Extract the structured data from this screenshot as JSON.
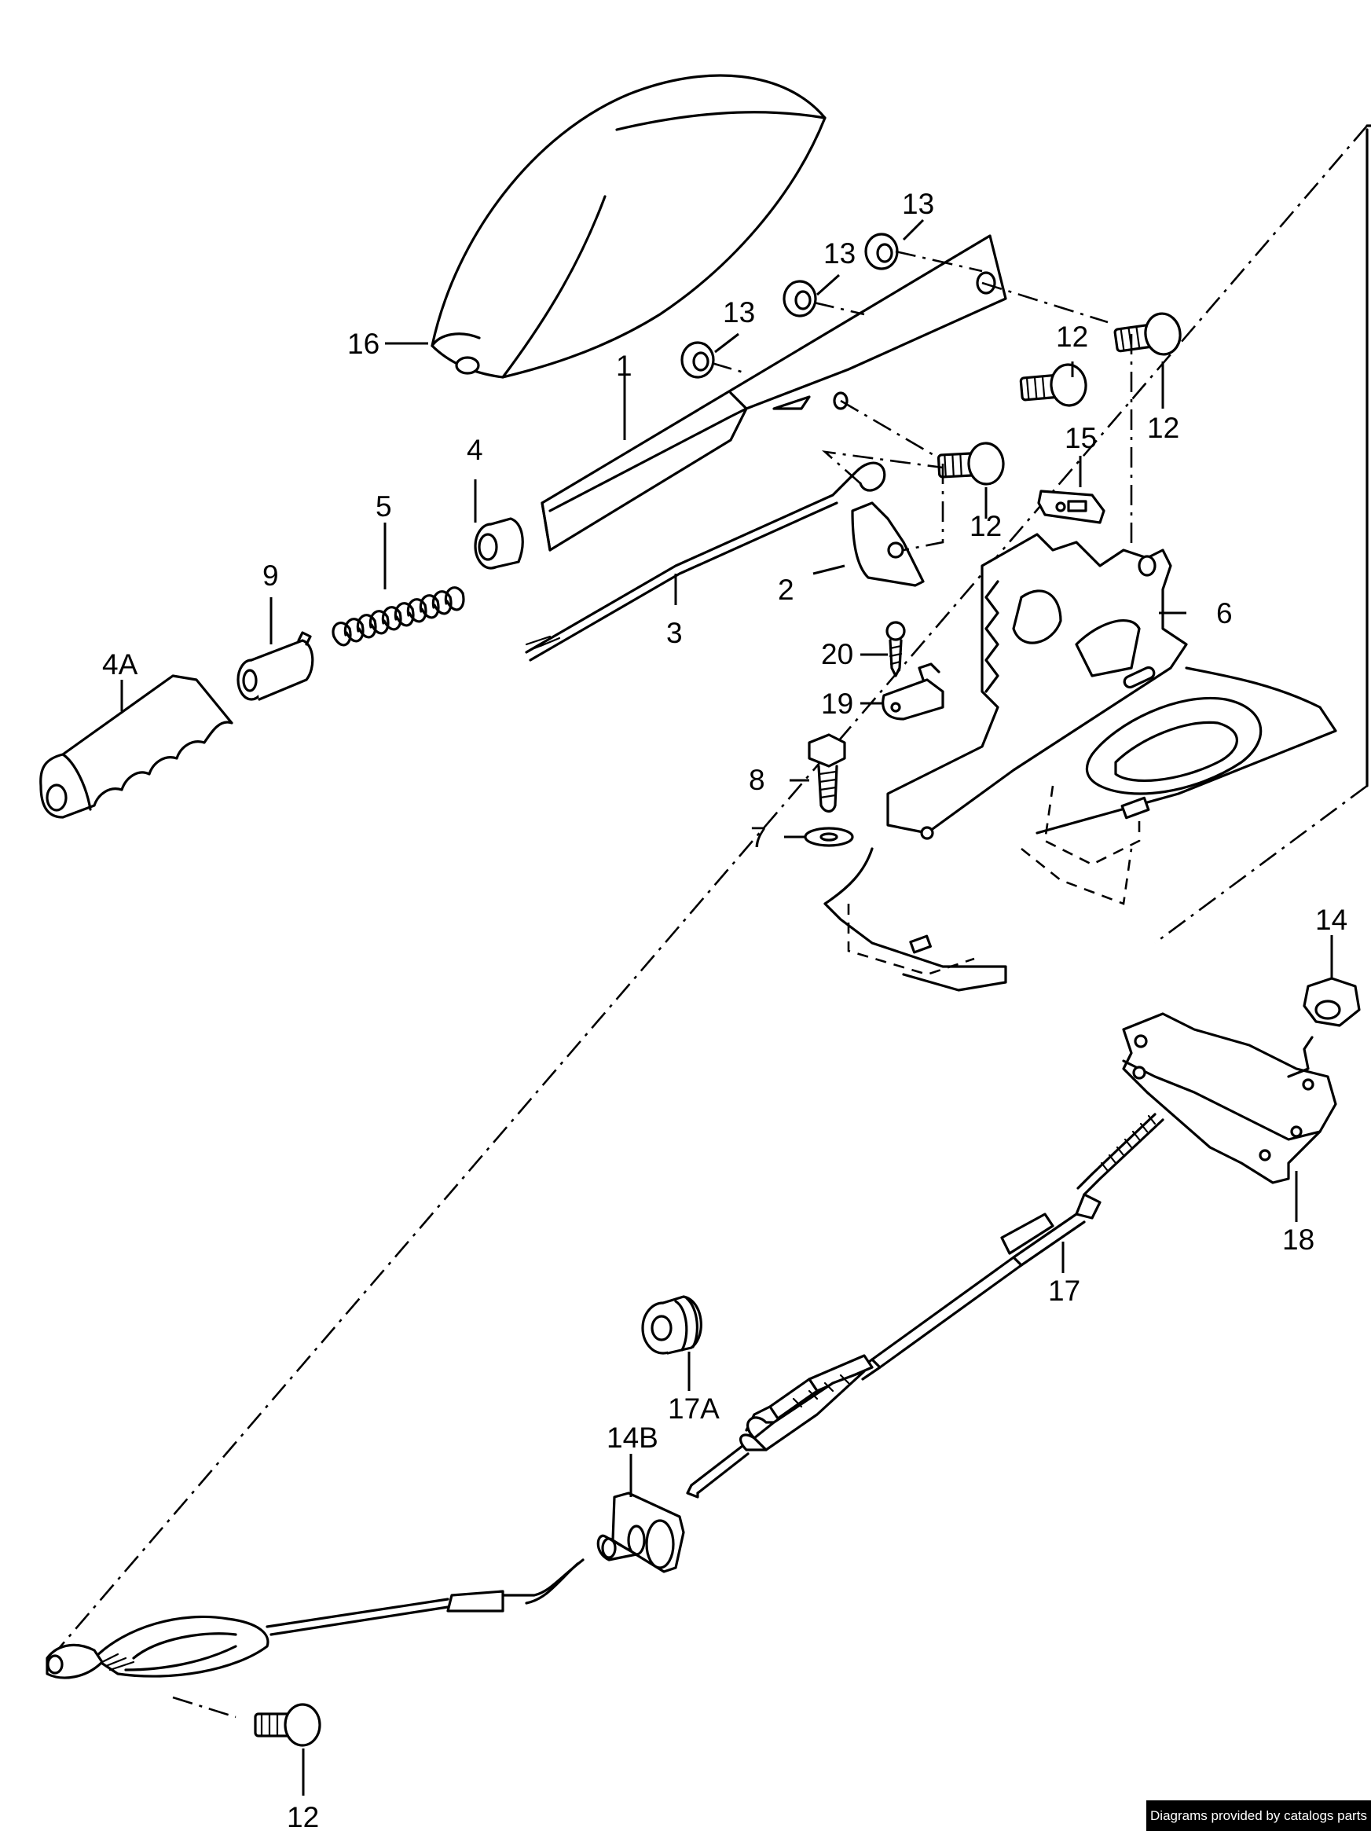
{
  "labels": {
    "l1": "1",
    "l2": "2",
    "l3": "3",
    "l4": "4",
    "l4a": "4A",
    "l5": "5",
    "l6": "6",
    "l7": "7",
    "l8": "8",
    "l9": "9",
    "l12a": "12",
    "l12b": "12",
    "l12c": "12",
    "l12d": "12",
    "l13a": "13",
    "l13b": "13",
    "l13c": "13",
    "l14": "14",
    "l14b": "14B",
    "l15": "15",
    "l16": "16",
    "l17": "17",
    "l17a": "17A",
    "l18": "18",
    "l19": "19",
    "l20": "20"
  },
  "credit": "Diagrams provided by catalogs parts"
}
